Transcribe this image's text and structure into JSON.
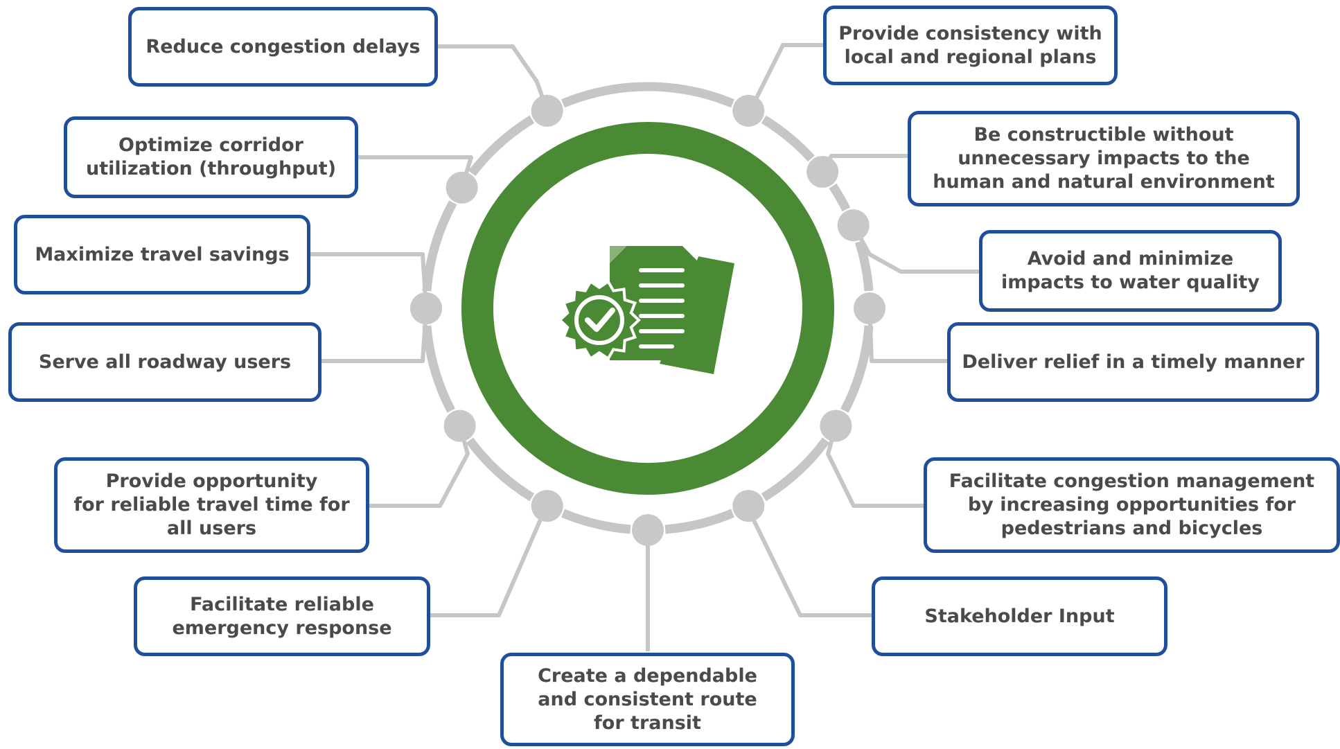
{
  "colors": {
    "box_border": "#1f4e9c",
    "box_text": "#4a4a4a",
    "ring_green": "#4a8a35",
    "connector_gray": "#c6c6c6",
    "node_gray": "#c8c8c8"
  },
  "center": {
    "icon": "document-approval-badge-icon"
  },
  "goals": [
    {
      "id": "reduce-congestion-delays",
      "text": "Reduce congestion delays"
    },
    {
      "id": "optimize-corridor-utilization",
      "text": "Optimize corridor\nutilization (throughput)"
    },
    {
      "id": "maximize-travel-savings",
      "text": "Maximize travel savings"
    },
    {
      "id": "serve-all-roadway-users",
      "text": "Serve all roadway users"
    },
    {
      "id": "reliable-travel-time",
      "text": "Provide opportunity\nfor reliable travel time for\nall users"
    },
    {
      "id": "reliable-emergency-response",
      "text": "Facilitate reliable\nemergency response"
    },
    {
      "id": "dependable-transit-route",
      "text": "Create a dependable\nand consistent route\nfor transit"
    },
    {
      "id": "stakeholder-input",
      "text": "Stakeholder Input"
    },
    {
      "id": "pedestrians-and-bicycles",
      "text": "Facilitate congestion management\nby increasing opportunities for\npedestrians and bicycles"
    },
    {
      "id": "timely-relief",
      "text": "Deliver relief in a timely manner"
    },
    {
      "id": "water-quality",
      "text": "Avoid and minimize\nimpacts to water quality"
    },
    {
      "id": "constructible",
      "text": "Be constructible without\nunnecessary impacts to the\nhuman and natural environment"
    },
    {
      "id": "plan-consistency",
      "text": "Provide consistency with\nlocal and regional plans"
    }
  ]
}
